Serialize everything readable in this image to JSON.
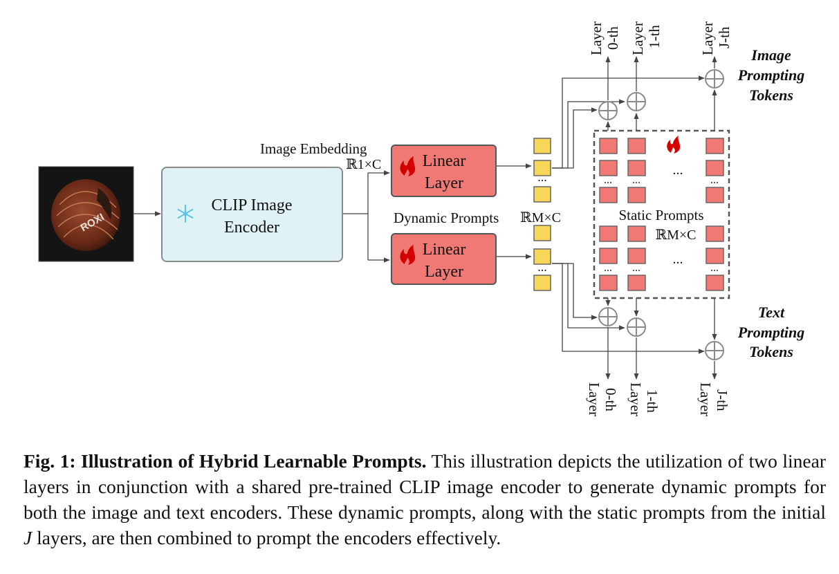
{
  "diagram": {
    "clip_encoder": {
      "line1": "CLIP Image",
      "line2": "Encoder"
    },
    "image_embedding": {
      "label": "Image Embedding",
      "dim": "ℝ1×C"
    },
    "linear_layer_top": {
      "line1": "Linear",
      "line2": "Layer"
    },
    "linear_layer_bottom": {
      "line1": "Linear",
      "line2": "Layer"
    },
    "dynamic_prompts": {
      "label": "Dynamic Prompts",
      "dim": "ℝM×C"
    },
    "static_prompts": {
      "label": "Static Prompts",
      "dim": "ℝM×C"
    },
    "ellipsis": "...",
    "top_layers": [
      {
        "n": "0-th",
        "word": "Layer"
      },
      {
        "n": "1-th",
        "word": "Layer"
      },
      {
        "n": "J-th",
        "word": "Layer"
      }
    ],
    "bottom_layers": [
      {
        "n": "0-th",
        "word": "Layer"
      },
      {
        "n": "1-th",
        "word": "Layer"
      },
      {
        "n": "J-th",
        "word": "Layer"
      }
    ],
    "image_tokens": {
      "line1": "Image",
      "line2": "Prompting",
      "line3": "Tokens"
    },
    "text_tokens": {
      "line1": "Text",
      "line2": "Prompting",
      "line3": "Tokens"
    },
    "icons": [
      "snowflake-icon",
      "flame-icon",
      "plus-circle-icon"
    ],
    "colors": {
      "encoder_fill": "#dff3f6",
      "linear_fill": "#f07a73",
      "prompt_red": "#f07a73",
      "prompt_yellow": "#f7d65a",
      "flame": "#d40000",
      "snowflake": "#5cc3e8"
    }
  },
  "caption": {
    "heading": "Fig. 1: Illustration of Hybrid Learnable Prompts.",
    "body_1": "This illustration depicts the utilization of two linear layers in conjunction with a shared pre-trained CLIP image encoder to generate dynamic prompts for both the image and text encoders. These dynamic prompts, along with the static prompts from the initial",
    "var": "J",
    "body_2": "layers, are then combined to prompt the encoders effectively."
  }
}
